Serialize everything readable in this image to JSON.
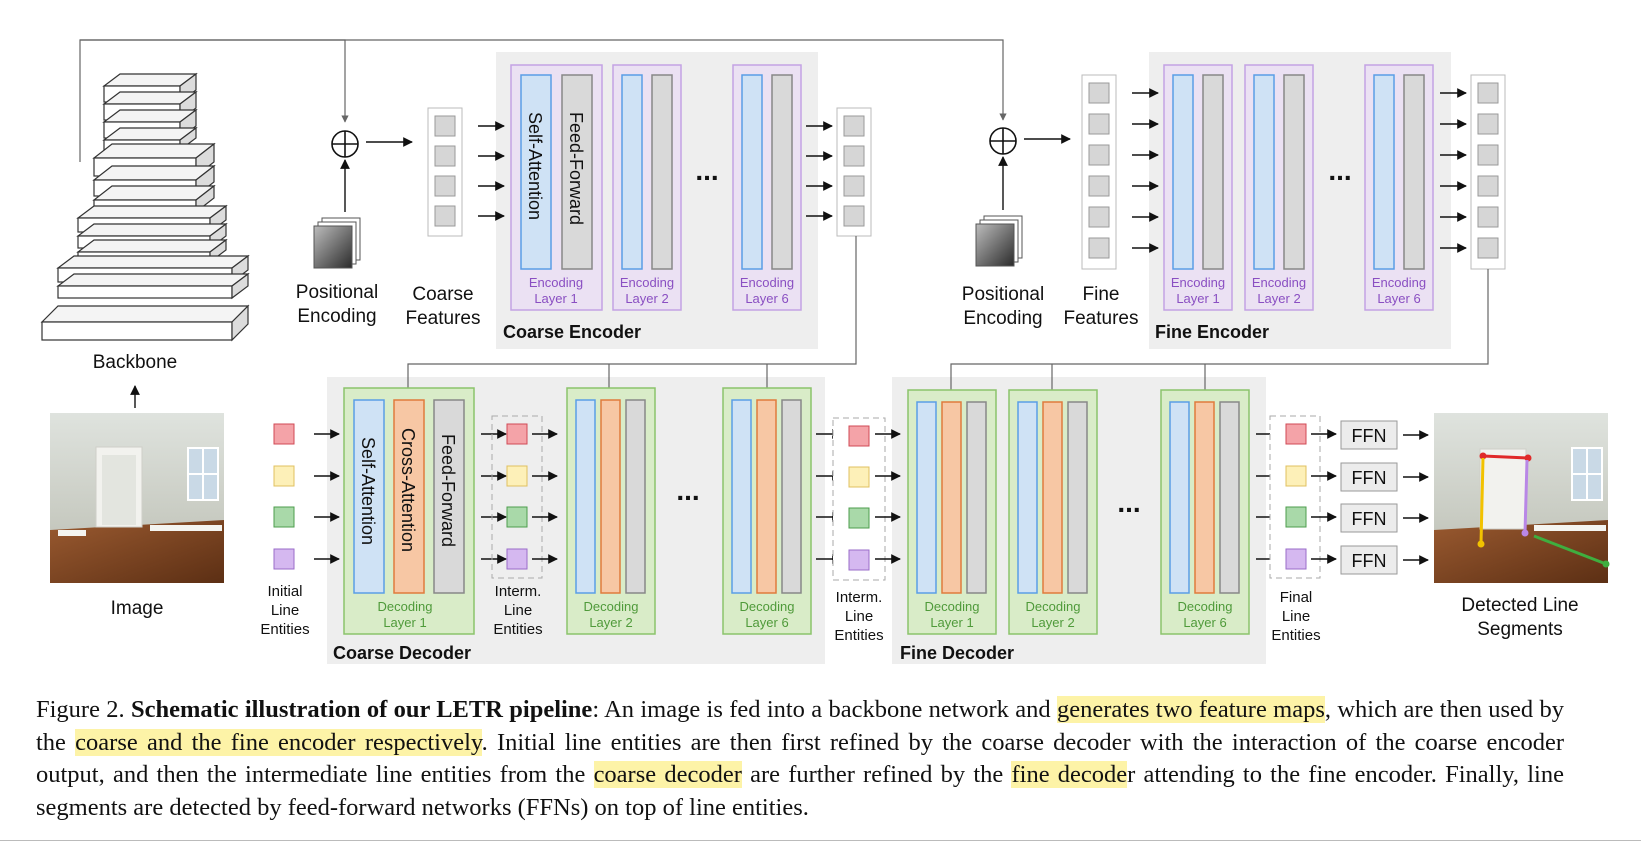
{
  "figure": {
    "backbone_label": "Backbone",
    "image_label": "Image",
    "positional_encoding": [
      "Positional",
      "Encoding"
    ],
    "coarse_features": [
      "Coarse",
      "Features"
    ],
    "fine_features": [
      "Fine",
      "Features"
    ],
    "coarse_encoder_title": "Coarse Encoder",
    "fine_encoder_title": "Fine Encoder",
    "coarse_decoder_title": "Coarse Decoder",
    "fine_decoder_title": "Fine Decoder",
    "self_attention": "Self-Attention",
    "feed_forward": "Feed-Forward",
    "cross_attention": "Cross-Attention",
    "encoding_word": "Encoding",
    "decoding_word": "Decoding",
    "layer_1": "Layer 1",
    "layer_2": "Layer 2",
    "layer_6": "Layer 6",
    "ellipsis": "...",
    "initial_line_entities": [
      "Initial",
      "Line",
      "Entities"
    ],
    "interm_line_entities": [
      "Interm.",
      "Line",
      "Entities"
    ],
    "final_line_entities": [
      "Final",
      "Line",
      "Entities"
    ],
    "ffn_label": "FFN",
    "detected_line_segments": [
      "Detected Line",
      "Segments"
    ],
    "colors": {
      "entity_red": "#f4a3a8",
      "entity_yellow": "#fdf0b8",
      "entity_green": "#a9d9a9",
      "entity_purple": "#d5b8f0",
      "self_attention": "#cfe2f5",
      "feed_forward": "#d9d9d9",
      "cross_attention": "#f7c7a4",
      "encoder_layer_bg": "#ebe1f3",
      "decoder_layer_bg": "#d9ecc8",
      "panel_bg": "#eeeeee"
    }
  },
  "caption": {
    "figure_number": "Figure 2.",
    "bold_title": "Schematic illustration of our LETR pipeline",
    "seg1": ": An image is fed into a backbone network and ",
    "hl1": "generates two feature maps",
    "seg2": ", which are then used by the ",
    "hl2": "coarse and the fine encoder respectively",
    "seg3": ".  Initial line entities are then first refined by the coarse decoder with the interaction of the coarse encoder output, and then the intermediate line entities from the ",
    "hl3": "coarse decoder",
    "seg4": " are further refined by the ",
    "hl4": "fine decode",
    "seg5": "r attending to the fine encoder. Finally, line segments are detected by feed-forward networks (FFNs) on top of line entities."
  }
}
